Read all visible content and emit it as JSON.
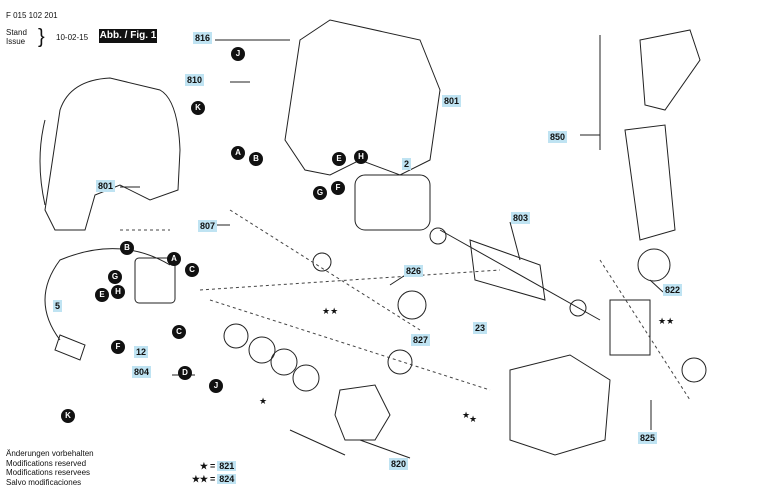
{
  "header": {
    "doc_number": "F 015 102 201",
    "stand_label": "Stand",
    "issue_label": "Issue",
    "date": "10-02-15",
    "figure_label": "Abb. / Fig. 1"
  },
  "part_labels": [
    "816",
    "810",
    "801",
    "801",
    "807",
    "2",
    "803",
    "826",
    "23",
    "827",
    "822",
    "850",
    "5",
    "12",
    "804",
    "820",
    "825"
  ],
  "letter_markers": [
    "J",
    "K",
    "A",
    "B",
    "E",
    "H",
    "G",
    "F",
    "B",
    "G",
    "H",
    "A",
    "C",
    "E",
    "F",
    "C",
    "D",
    "J",
    "K"
  ],
  "star_markers": [
    "★",
    "★★",
    "★★",
    "★",
    "★"
  ],
  "footer_notes": [
    "Änderungen vorbehalten",
    "Modifications reserved",
    "Modifications reservees",
    "Salvo modificaciones"
  ],
  "legend": [
    {
      "stars": "★",
      "part": "821"
    },
    {
      "stars": "★★",
      "part": "824"
    }
  ],
  "colors": {
    "label_fill": "#bfe3f2",
    "line": "#111111",
    "marker_fill": "#111111"
  }
}
